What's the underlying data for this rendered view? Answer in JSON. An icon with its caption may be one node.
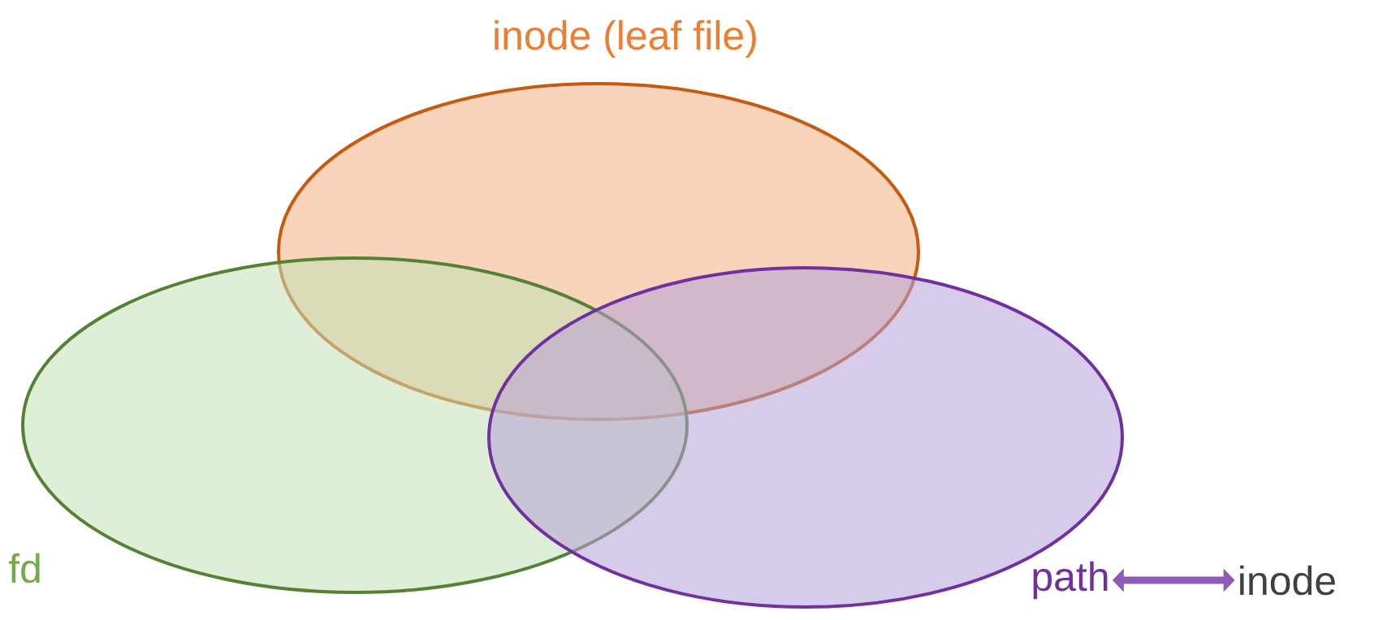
{
  "diagram": {
    "nodes": [
      {
        "text": [
          "inode (leaf file)"
        ]
      },
      {
        "text": [
          "fd"
        ]
      },
      {
        "text": [],
        "shape": "ellipse"
      },
      {
        "text": [
          "path"
        ]
      },
      {
        "text": [
          "inode"
        ]
      }
    ],
    "edges": [
      {
        "from": 3,
        "to": 4,
        "arrow": "both"
      }
    ]
  }
}
